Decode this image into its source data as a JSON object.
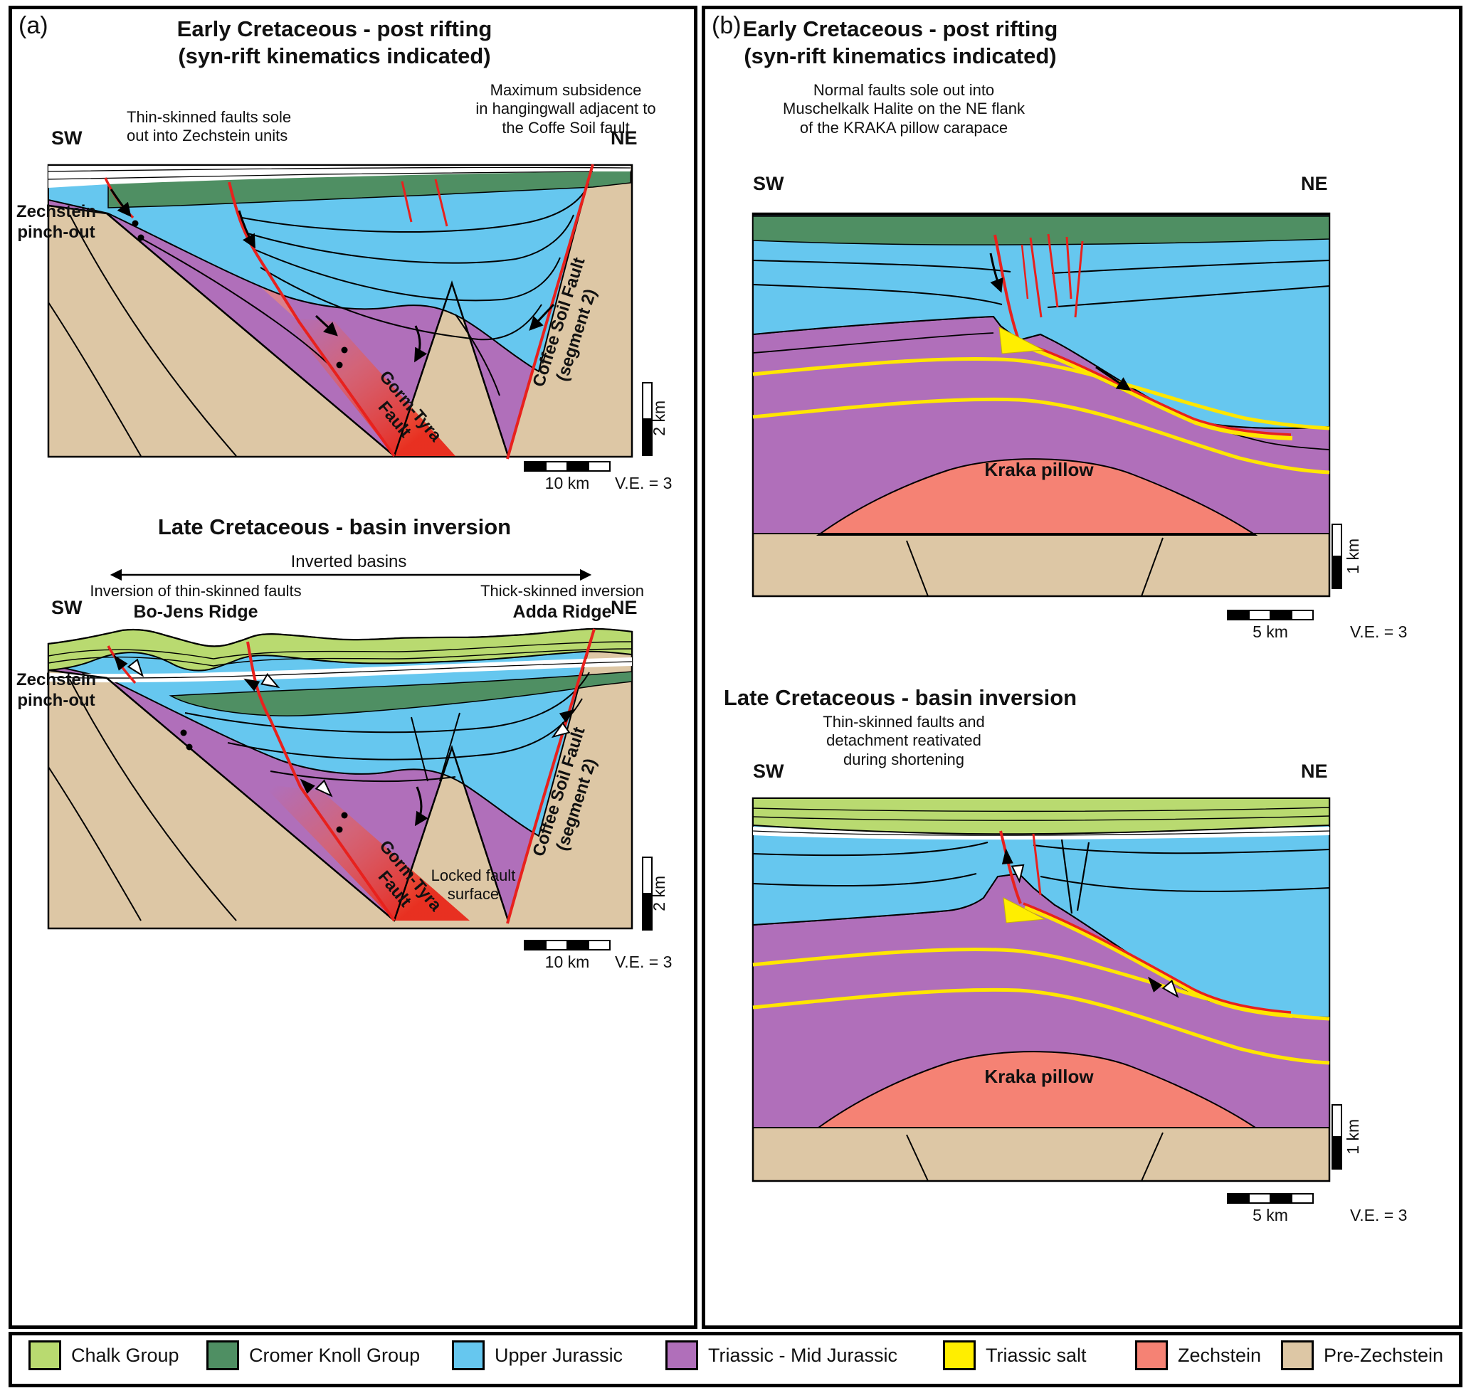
{
  "legend": {
    "items": [
      {
        "label": "Chalk Group",
        "color": "#b9da70"
      },
      {
        "label": "Cromer Knoll Group",
        "color": "#4f8f63"
      },
      {
        "label": "Upper Jurassic",
        "color": "#66c7ef"
      },
      {
        "label": "Triassic - Mid Jurassic",
        "color": "#b06fba"
      },
      {
        "label": "Triassic salt",
        "color": "#ffee00"
      },
      {
        "label": "Zechstein",
        "color": "#f58274"
      },
      {
        "label": "Pre-Zechstein",
        "color": "#ddc7a5"
      }
    ]
  },
  "colors": {
    "fault_red": "#e8211d",
    "chalk": "#b9da70",
    "cromer_knoll": "#4f8f63",
    "upper_jurassic": "#66c7ef",
    "triassic_mid_jurassic": "#b06fba",
    "triassic_salt": "#ffee00",
    "zechstein": "#f58274",
    "pre_zechstein": "#ddc7a5"
  },
  "panel_a": {
    "tag": "(a)",
    "early": {
      "title_line1": "Early Cretaceous - post rifting",
      "title_line2": "(syn-rift kinematics indicated)",
      "annotation_left_line1": "Thin-skinned faults sole",
      "annotation_left_line2": "out into Zechstein units",
      "annotation_right_line1": "Maximum subsidence",
      "annotation_right_line2": "in hangingwall adjacent to",
      "annotation_right_line3": "the Coffe Soil fault",
      "sw": "SW",
      "ne": "NE",
      "pinchout_line1": "Zechstein",
      "pinchout_line2": "pinch-out",
      "gorm_tyra_line1": "Gorm-Tyra",
      "gorm_tyra_line2": "Fault",
      "coffee_line1": "Coffee Soil Fault",
      "coffee_line2": "(segment 2)",
      "scale_v": "2 km",
      "scale_h": "10 km",
      "ve": "V.E. = 3"
    },
    "late": {
      "title": "Late Cretaceous - basin inversion",
      "inverted_basins": "Inverted basins",
      "thin_skinned": "Inversion of thin-skinned faults",
      "bo_jens": "Bo-Jens Ridge",
      "thick_skinned": "Thick-skinned inversion",
      "adda": "Adda Ridge",
      "sw": "SW",
      "ne": "NE",
      "pinchout_line1": "Zechstein",
      "pinchout_line2": "pinch-out",
      "locked_line1": "Locked fault",
      "locked_line2": "surface",
      "gorm_tyra_line1": "Gorm-Tyra",
      "gorm_tyra_line2": "Fault",
      "coffee_line1": "Coffee Soil Fault",
      "coffee_line2": "(segment 2)",
      "scale_v": "2 km",
      "scale_h": "10 km",
      "ve": "V.E. = 3"
    }
  },
  "panel_b": {
    "tag": "(b)",
    "early": {
      "title_line1": "Early Cretaceous - post rifting",
      "title_line2": "(syn-rift kinematics indicated)",
      "annotation_line1": "Normal faults sole out into",
      "annotation_line2": "Muschelkalk Halite on the NE flank",
      "annotation_line3": "of the KRAKA pillow carapace",
      "sw": "SW",
      "ne": "NE",
      "kraka": "Kraka pillow",
      "scale_v": "1 km",
      "scale_h": "5 km",
      "ve": "V.E. = 3"
    },
    "late": {
      "title": "Late Cretaceous - basin inversion",
      "annotation_line1": "Thin-skinned faults and",
      "annotation_line2": "detachment reativated",
      "annotation_line3": "during shortening",
      "sw": "SW",
      "ne": "NE",
      "kraka": "Kraka pillow",
      "scale_v": "1 km",
      "scale_h": "5 km",
      "ve": "V.E. = 3"
    }
  }
}
